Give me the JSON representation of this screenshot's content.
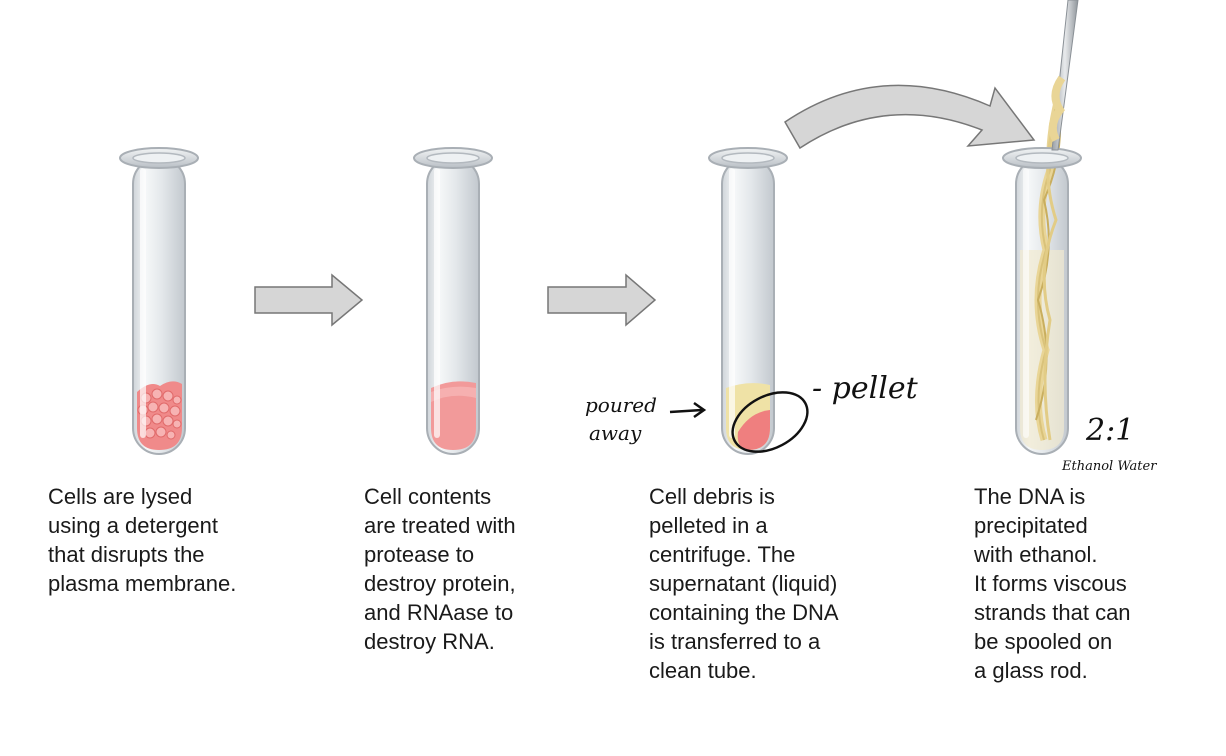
{
  "steps": [
    {
      "id": "lysis",
      "caption": [
        "Cells are lysed",
        "using a detergent",
        "that disrupts the",
        "plasma membrane."
      ]
    },
    {
      "id": "digestion",
      "caption": [
        "Cell contents",
        "are treated with",
        "protease to",
        "destroy protein,",
        "and RNAase to",
        "destroy RNA."
      ]
    },
    {
      "id": "centrifuge",
      "caption": [
        "Cell debris is",
        "pelleted in a",
        "centrifuge. The",
        "supernatant (liquid)",
        "containing the DNA",
        "is transferred to a",
        "clean tube."
      ]
    },
    {
      "id": "precipitation",
      "caption": [
        "The DNA is",
        "precipitated",
        "with ethanol.",
        "It forms viscous",
        "strands that can",
        "be spooled on",
        "a glass rod."
      ]
    }
  ],
  "annotations": {
    "poured_away_line1": "poured",
    "poured_away_line2": "away",
    "pellet": "- pellet",
    "ratio": "2:1",
    "ratio_sub": "Ethanol Water"
  },
  "colors": {
    "arrow_fill": "#d6d6d6",
    "arrow_stroke": "#777777",
    "tube_glass": "#e9ecef",
    "tube_outline": "#a9afb5",
    "cells": "#f08a8a",
    "supernatant": "#efe2a6",
    "pellet": "#ef7f7f",
    "dna_strands": "#e9d596",
    "handwriting": "#111111"
  }
}
